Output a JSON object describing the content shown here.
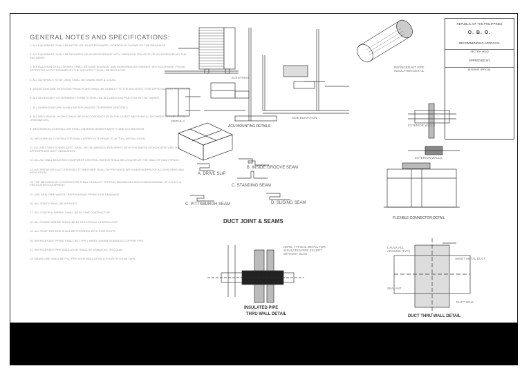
{
  "notes": {
    "title": "GENERAL NOTES AND SPECIFICATIONS:",
    "items": [
      "1. ALL EQUIPMENT SHALL BE INSTALLED IN APPROXIMATE LOCATION AS SHOWN ON THE DRAWINGS.",
      "2. ALL EQUIPMENT SHALL BE MOUNTED ON AN APPROPRIATE WITH VIBRATION ISOLATOR OR AS APPROVED BY THE ENGINEER.",
      "3. INSTALLATION OF ALL WORKS SHALL BE DONE IN A NEAT AND WORKMANLIKE MANNER. ANY EQUIPMENT FOUND DEFECTIVE AS DETERMINED BY THE ARCHITECT SHALL BE REPLACED.",
      "4. ALL MATERIALS TO BE USED SHALL BE BRAND NEW & CLEAN.",
      "5. DEVIATIONS AND REVISIONS FROM PLANS SHALL BE SUBJECT TO THE ARCHITECT FOR APPROVAL AND RECORDING.",
      "6. ALL NECESSARY GOVERNMENT PERMITS SHALL BE SECURED AND PAID FOR BY THE OWNER.",
      "7. ALL DIMENSIONS ARE IN MILLIMETER UNLESS OTHERWISE SPECIFIED.",
      "8. ALL MECHANICAL WORKS SHALL BE IN ACCORDANCE WITH THE LATEST MECHANICAL ENGINEER'S CODE, LOCAL ORDINANCES.",
      "9. MECHANICAL CONTRACTOR SHALL OBSERVE ALWAYS SAFETY AND CLEANLINESS.",
      "10. MECHANICAL CONTRACTOR SHALL VERIFY SITE PRIOR TO ACTUAL INSTALLATION.",
      "11. ALL AIR-CONDITIONING DUCT SHALL BE GALVANIZED IRON SHEET WITH THICKNESS AS INDICATED AND THE APPROPRIATE DUCT INSULATION.",
      "12. ALL A/C WALL MOUNTED EQUIPMENT CONTROL SWITCH SHALL BE LOCATED AT THE WALL OF EACH SPACE.",
      "13. ALL FRESH AIR DUCT EXPOSED TO WEATHER SHALL BE PROVIDED WITH WEATHERPROOF ACCESSORIES AND INSULATION.",
      "14. THE MECHANICAL CONTRACTOR SHALL CONDUCT TESTING, BALANCING AND COMMISSIONING OF ALL A/C & VENTILATING EQUIPMENT.",
      "15. USE SEAL PIPE WATER / REFRIGERANT PIPING FOR DRAINAGE.",
      "16. ALL JOINTS SHALL BE AIRTIGHT.",
      "17. ALL CONTROL WIRING SHALL BE BY THIS CONTRACTOR.",
      "18. ALL POWER WIRING SHALL BE BY ELECTRICAL CONTRACTOR.",
      "19. ALL PENETRATIONS SHALL BE PROVIDED WITH FIRE STOPS.",
      "20. REFRIGERANT PIPING SHALL BE TYPE L HARD DRAWN SEAMLESS COPPER PIPE.",
      "21. REFRIGERANT PIPE INSULATION SHALL BE ARMAFLEX OR EQUAL.",
      "22. DRAIN LINE SHALL BE PVC PIPE WITH INSULATION & POLYETHYLENE TAPE."
    ]
  },
  "title_block": {
    "country": "REPUBLIC OF THE PHILIPPINES",
    "office": "O. B. O.",
    "recommending": "RECOMMENDING APPROVAL",
    "section_head": "SECTION HEAD",
    "approved": "APPROVED BY",
    "official": "BUILDING OFFICIAL"
  },
  "labels": {
    "elevation": "ELEVATION",
    "side_elevation": "SIDE ELEVATION",
    "detail_a": "DETAIL A",
    "acu_mounting": "ACU MOUNTING DETAILS",
    "refrigerant_pipe": "REFRIGERANT PIPE INSULATION DETAIL",
    "exterior_walls_1": "EXTERIOR WALLS",
    "exterior_walls_2": "EXTERIOR WALLS",
    "drive_slip": "A. DRIVE SLIP",
    "inside_groove": "B. INSIDE GROOVE SEAM",
    "standing_seam": "C. STANDING SEAM",
    "pittsburgh_seam": "C. PITTSBURGH SEAM",
    "sliding_seam": "D. SLIDING SEAM",
    "duct_joint_title": "DUCT JOINT & SEAMS",
    "flexible_connector": "FLEXIBLE CONNECTOR DETAIL",
    "insulated_pipe_1": "INSULATED PIPE",
    "insulated_pipe_2": "THRU WALL DETAIL",
    "duct_thru_wall": "DUCT THRU WALL DETAIL",
    "insulated_note": "NOTE: TYPICAL DETAIL FOR INSULATED PIPE EXCEPT WITHOUT GLAS",
    "sheet_metal_duct": "SHEET METAL DUCT",
    "sealant": "SEALANT",
    "caulk_all": "CAULK ALL AROUND (TYP.)",
    "duct_wall": "DUCT WALL"
  },
  "colors": {
    "ink": "#333333",
    "faint_text": "#9a9a9a",
    "footer": "#000000"
  }
}
